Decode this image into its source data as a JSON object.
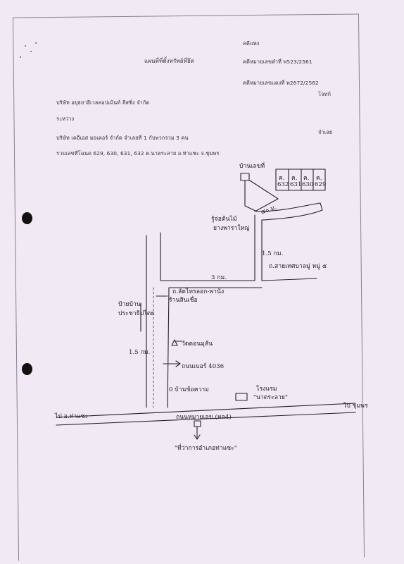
{
  "header": {
    "document_title": "แผนที่ที่ตั้งทรัพย์ที่ยึด",
    "case_label": "คดีแพ่ง",
    "black_case": "คดีหมายเลขดำที่  พ523/2561",
    "red_case": "คดีหมายเลขแดงที่  พ2672/2562",
    "plaintiff_role": "โจทก์",
    "plaintiff": "บริษัท อยุธยาอีเวลลอปเม้นท์ ลีสซิ่ง จำกัด",
    "between": "ระหว่าง",
    "defendant": "บริษัท เคอีเอส มอเตอร์ จำกัด  จำเลยที่ 1 กับพวกรวม 3 คน",
    "defendant_role": "จำเลย",
    "deed_summary": "รวมเลขที่โฉนด 629, 630, 631, 632  ต.นาตระลาย  อ.ท่าแซะ จ.ชุมพร"
  },
  "map": {
    "label_house_top": "บ้านเลขที่",
    "plot_prefix": "ค.",
    "plots": [
      "632",
      "631",
      "630",
      "629"
    ],
    "label_dist_plots": "๕๐ ม.",
    "label_landmark_tree": "รู้จ่อต้นไม้",
    "label_landmark_tree_2": "ยางพาราใหญ่",
    "label_dist_1_5_right": "1.5 กม.",
    "label_village_road": "ถ.สายเทศบาลมู่ หมู่ ๕",
    "label_dist_3km": "3 กม.",
    "label_road_2": "ถ.ลัดไทรลอก-พานัง",
    "label_shop": "ร้านสินเชื่อ",
    "label_village_sign": "ป้ายบ้าน",
    "label_village_sign_2": "ประชาธิปไตย",
    "label_dist_1_5_left": "1.5 กม.",
    "label_temple": "วัดดอนมุลัน",
    "label_road_4036": "ถนนเบอร์ 4036",
    "label_sign_no": "0 บ้านข้อความ",
    "label_school": "โรงแรม",
    "label_school_2": "\"นาตระลาย\"",
    "label_highway": "ถนนหมายเลข (ทล4)",
    "label_left_dest": "ไป อ.ท่าแซะ",
    "label_right_dest": "ไป ชุมพร",
    "label_district_office": "\"ที่ว่าการอำเภอท่าแซะ\""
  },
  "colors": {
    "paper": "#f1e9f4",
    "ink": "#222222",
    "print": "#333333"
  }
}
